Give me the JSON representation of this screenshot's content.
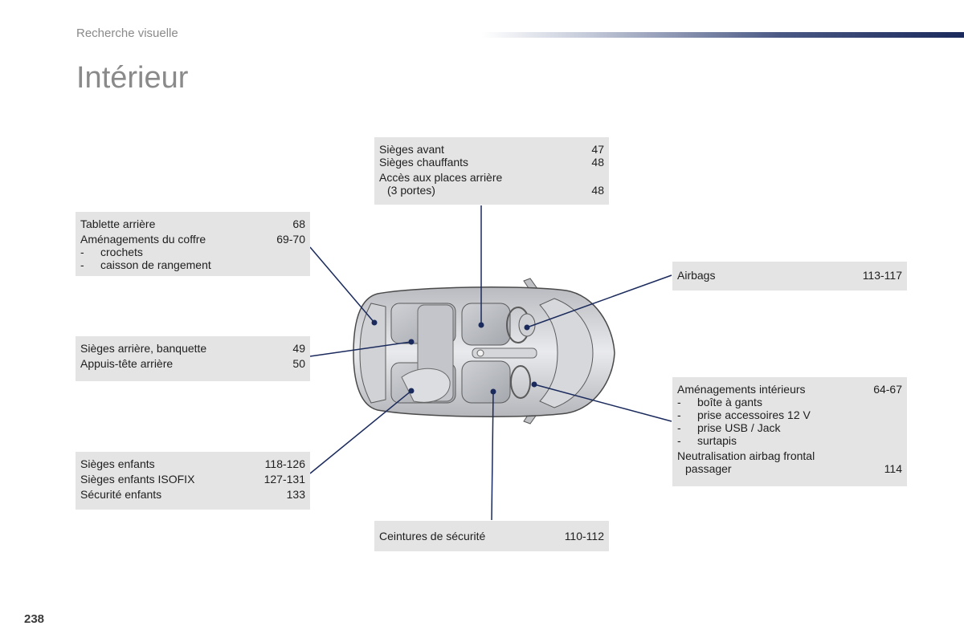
{
  "header": {
    "section": "Recherche visuelle",
    "title": "Intérieur"
  },
  "page_number": "238",
  "callouts": {
    "front_seats": {
      "items": [
        {
          "label": "Sièges avant",
          "page": "47"
        },
        {
          "label": "Sièges chauffants",
          "page": "48"
        }
      ],
      "access_line1": "Accès aux places arrière",
      "access_line2": "(3 portes)",
      "access_page": "48"
    },
    "rear_storage": {
      "items": [
        {
          "label": "Tablette arrière",
          "page": "68"
        },
        {
          "label": "Aménagements du coffre",
          "page": "69-70"
        }
      ],
      "subitems": [
        "crochets",
        "caisson de rangement"
      ]
    },
    "rear_seats": {
      "items": [
        {
          "label": "Sièges arrière, banquette",
          "page": "49"
        },
        {
          "label": "Appuis-tête arrière",
          "page": "50"
        }
      ]
    },
    "child_seats": {
      "items": [
        {
          "label": "Sièges enfants",
          "page": "118-126"
        },
        {
          "label": "Sièges enfants ISOFIX",
          "page": "127-131"
        },
        {
          "label": "Sécurité enfants",
          "page": "133"
        }
      ]
    },
    "belts": {
      "label": "Ceintures de sécurité",
      "page": "110-112"
    },
    "airbags": {
      "label": "Airbags",
      "page": "113-117"
    },
    "interior": {
      "label": "Aménagements intérieurs",
      "page": "64-67",
      "subitems": [
        "boîte à gants",
        "prise accessoires 12 V",
        "prise USB / Jack",
        "surtapis"
      ],
      "neutral_line1": "Neutralisation airbag frontal",
      "neutral_line2": "passager",
      "neutral_page": "114"
    }
  },
  "colors": {
    "box_bg": "#e4e4e4",
    "leader_line": "#1a2a5c",
    "title_gray": "#8a8a8a"
  }
}
